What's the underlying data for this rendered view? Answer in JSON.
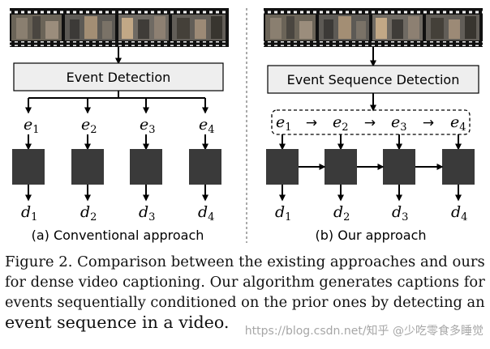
{
  "left_panel": {
    "detector_label": "Event Detection",
    "events": [
      "e",
      "e",
      "e",
      "e"
    ],
    "event_subscripts": [
      "1",
      "2",
      "3",
      "4"
    ],
    "captions": [
      "d",
      "d",
      "d",
      "d"
    ],
    "caption_subscripts": [
      "1",
      "2",
      "3",
      "4"
    ],
    "panel_label": "(a) Conventional approach"
  },
  "right_panel": {
    "detector_label": "Event Sequence Detection",
    "events": [
      "e",
      "e",
      "e",
      "e"
    ],
    "event_subscripts": [
      "1",
      "2",
      "3",
      "4"
    ],
    "sequence_arrow": "→",
    "captions": [
      "d",
      "d",
      "d",
      "d"
    ],
    "caption_subscripts": [
      "1",
      "2",
      "3",
      "4"
    ],
    "panel_label": "(b) Our approach"
  },
  "caption": {
    "lines": [
      "Figure 2.  Comparison between the existing approaches and ours",
      "for dense video captioning. Our algorithm generates captions for",
      "events sequentially conditioned on the prior ones by detecting an",
      "event sequence in a video."
    ]
  },
  "watermark": "https://blog.csdn.net/知乎 @少吃零食多睡觉",
  "colors": {
    "block": "#3a3a3a",
    "detector_fill": "#eeeeee",
    "stroke": "#000000",
    "divider": "#555555"
  }
}
